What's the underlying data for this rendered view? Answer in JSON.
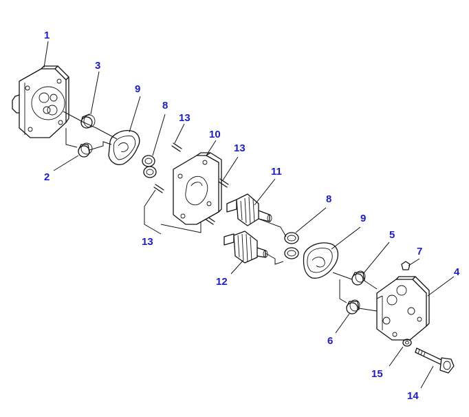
{
  "diagram": {
    "callouts": [
      {
        "id": "c1",
        "label": "1"
      },
      {
        "id": "c2",
        "label": "2"
      },
      {
        "id": "c3",
        "label": "3"
      },
      {
        "id": "c4",
        "label": "4"
      },
      {
        "id": "c5",
        "label": "5"
      },
      {
        "id": "c6",
        "label": "6"
      },
      {
        "id": "c7",
        "label": "7"
      },
      {
        "id": "c8a",
        "label": "8"
      },
      {
        "id": "c8b",
        "label": "8"
      },
      {
        "id": "c9a",
        "label": "9"
      },
      {
        "id": "c9b",
        "label": "9"
      },
      {
        "id": "c10",
        "label": "10"
      },
      {
        "id": "c11",
        "label": "11"
      },
      {
        "id": "c12",
        "label": "12"
      },
      {
        "id": "c13a",
        "label": "13"
      },
      {
        "id": "c13b",
        "label": "13"
      },
      {
        "id": "c13c",
        "label": "13"
      },
      {
        "id": "c14",
        "label": "14"
      },
      {
        "id": "c15",
        "label": "15"
      }
    ],
    "colors": {
      "callout_text": "#1a1ad8",
      "line_art": "#111111",
      "background": "#ffffff"
    }
  }
}
